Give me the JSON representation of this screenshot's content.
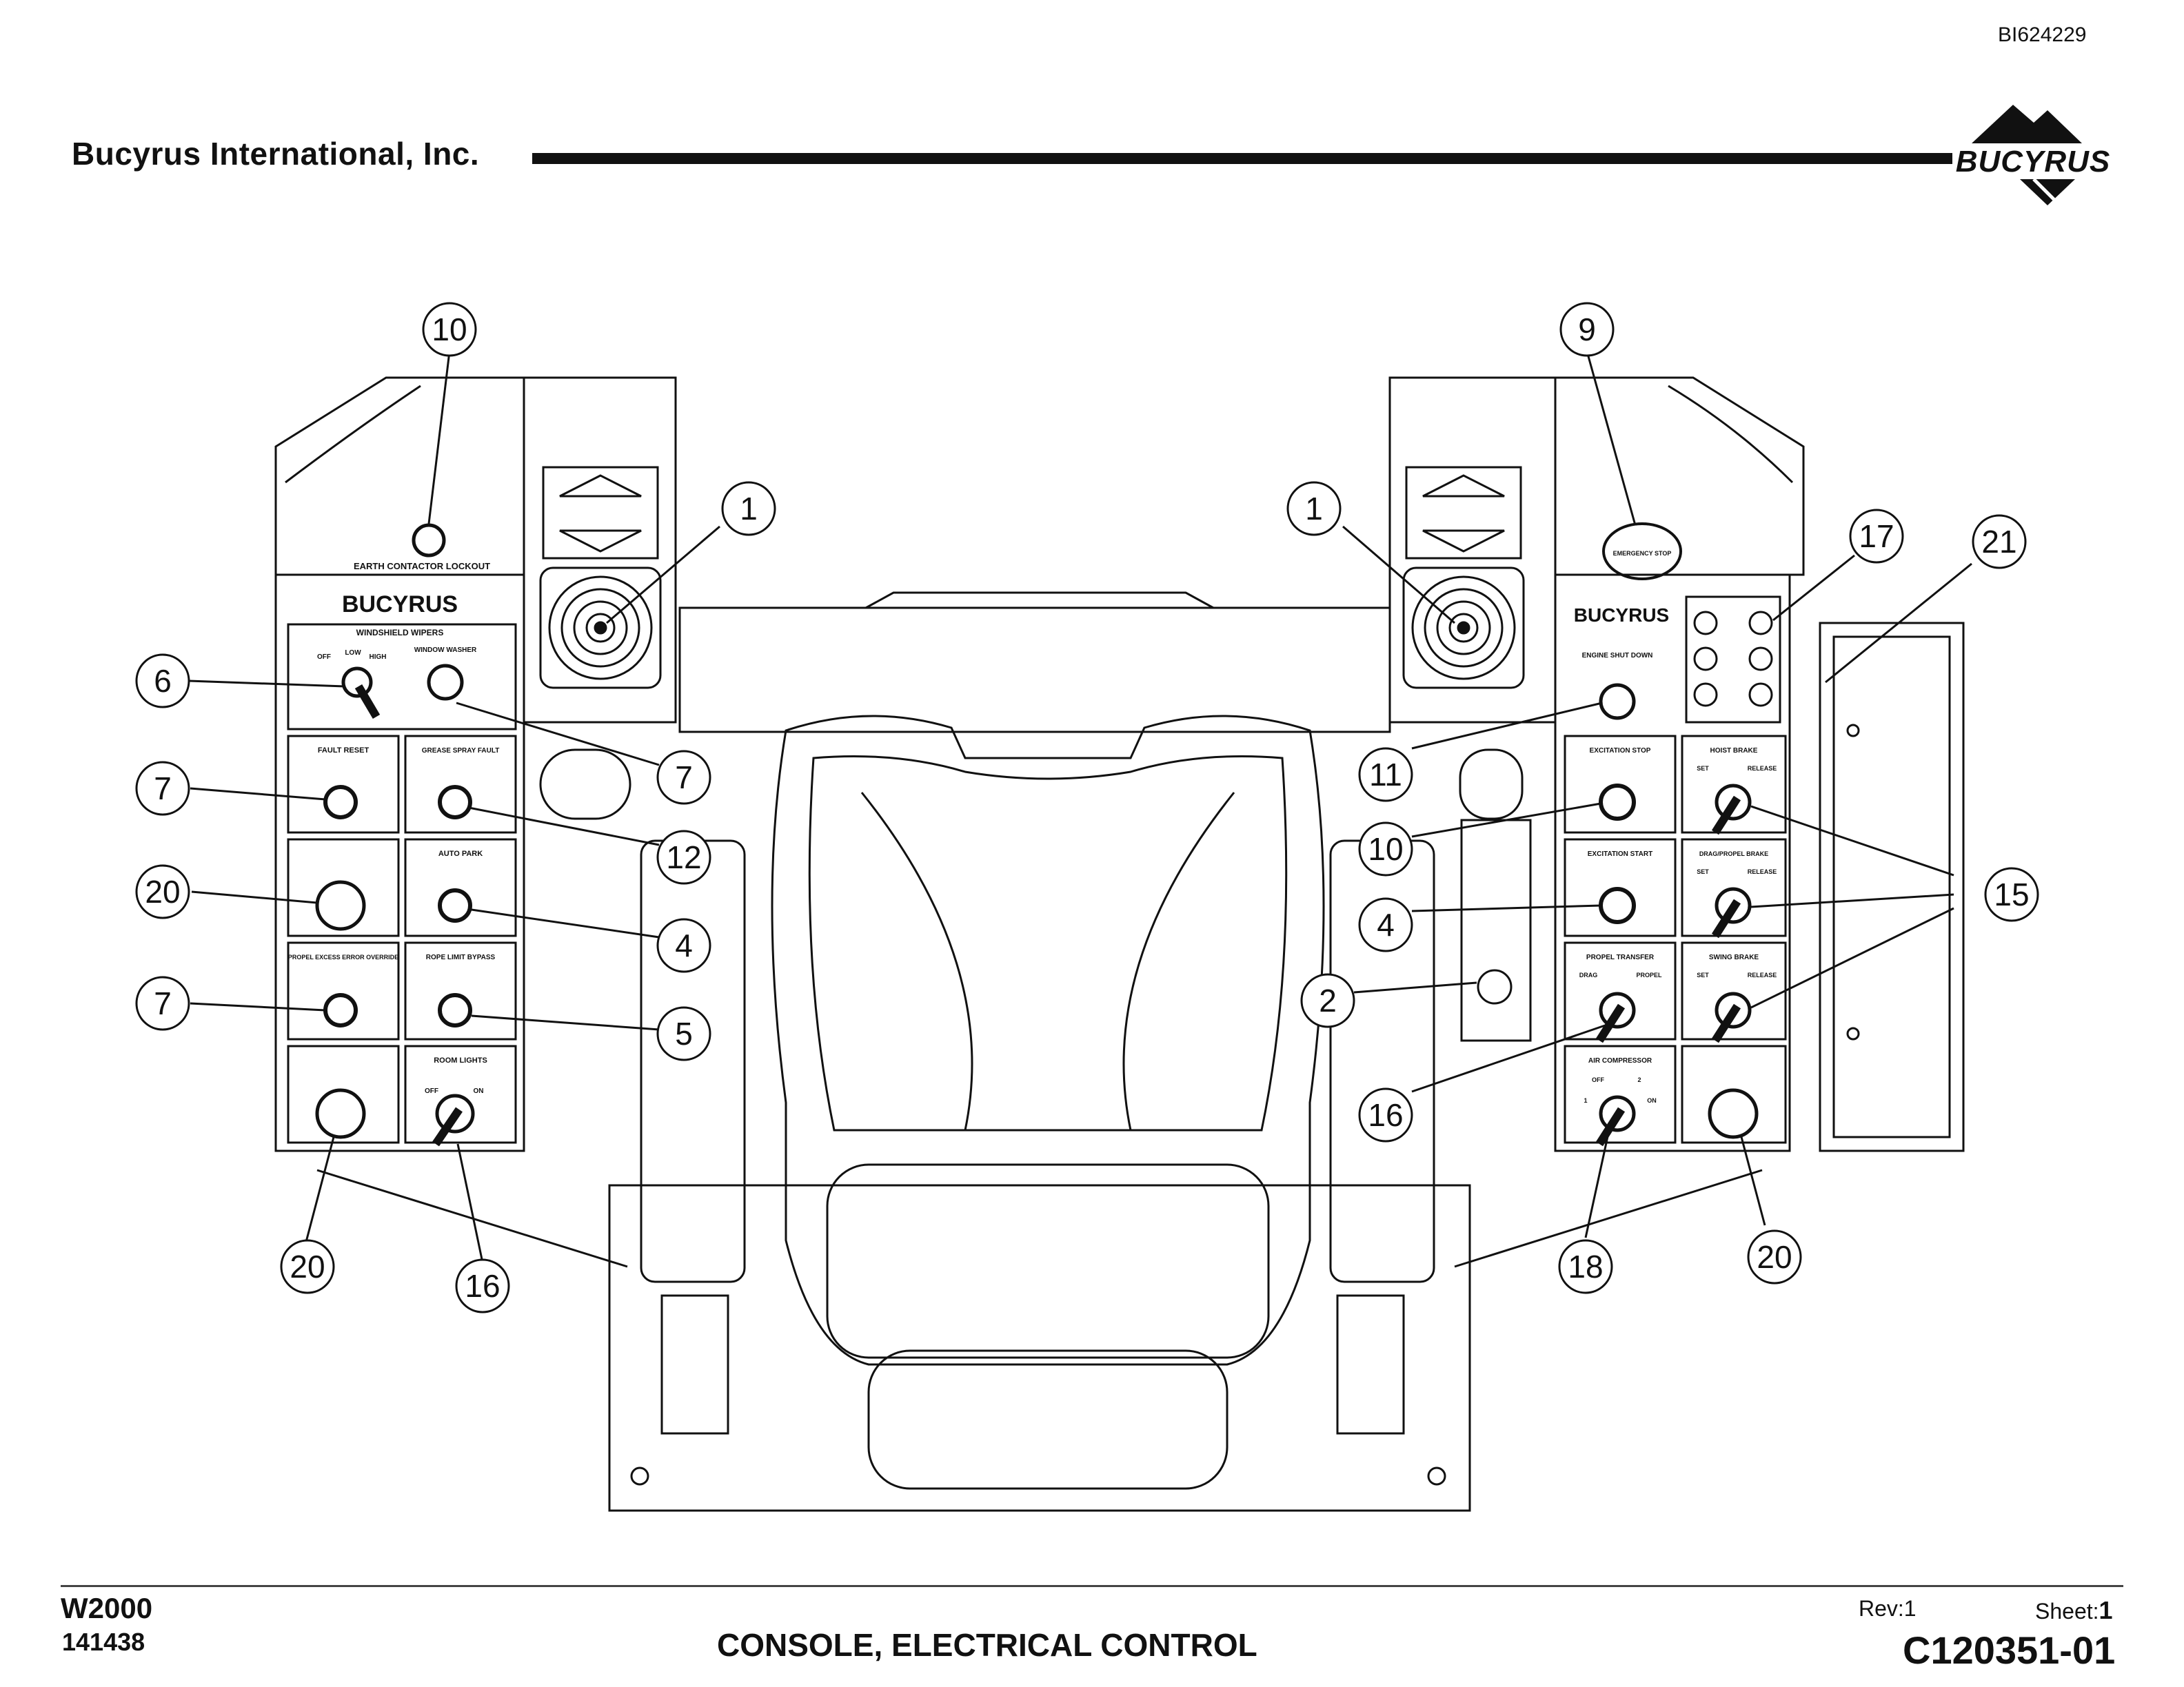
{
  "header": {
    "doc_id": "BI624229",
    "company": "Bucyrus International, Inc.",
    "logo_text": "BUCYRUS"
  },
  "panels": {
    "left_brand": "BUCYRUS",
    "right_brand": "BUCYRUS",
    "earth_contactor_lockout": "EARTH CONTACTOR LOCKOUT",
    "windshield_wipers": "WINDSHIELD WIPERS",
    "wiper_off": "OFF",
    "wiper_low": "LOW",
    "wiper_high": "HIGH",
    "washer": "WINDOW WASHER",
    "fault_reset": "FAULT RESET",
    "grease_spray_fault": "GREASE SPRAY FAULT",
    "auto_park": "AUTO PARK",
    "propel_excess": "PROPEL EXCESS ERROR OVERRIDE",
    "rope_limit_bypass": "ROPE LIMIT BYPASS",
    "room_lights": "ROOM LIGHTS",
    "room_off": "OFF",
    "room_on": "ON",
    "emergency_stop": "EMERGENCY STOP",
    "engine_shut_down": "ENGINE SHUT DOWN",
    "excitation_stop": "EXCITATION STOP",
    "excitation_start": "EXCITATION START",
    "hoist_brake": "HOIST BRAKE",
    "drag_propel_brake": "DRAG/PROPEL BRAKE",
    "swing_brake": "SWING BRAKE",
    "set": "SET",
    "release": "RELEASE",
    "propel_transfer": "PROPEL TRANSFER",
    "propel_drag": "DRAG",
    "propel_propel": "PROPEL",
    "air_compressor": "AIR COMPRESSOR",
    "air_off": "OFF",
    "air_1": "1",
    "air_2": "2",
    "air_on": "ON"
  },
  "callouts": [
    "10",
    "1",
    "6",
    "7",
    "7",
    "12",
    "20",
    "4",
    "7",
    "5",
    "20",
    "16",
    "9",
    "1",
    "17",
    "21",
    "11",
    "10",
    "4",
    "2",
    "15",
    "16",
    "18",
    "20"
  ],
  "footer": {
    "model": "W2000",
    "serial": "141438",
    "title": "CONSOLE, ELECTRICAL CONTROL",
    "rev": "Rev:1",
    "sheet_label": "Sheet:",
    "sheet_num": "1",
    "drawing_number": "C120351-01"
  },
  "colors": {
    "ink": "#111111",
    "background": "#ffffff"
  }
}
